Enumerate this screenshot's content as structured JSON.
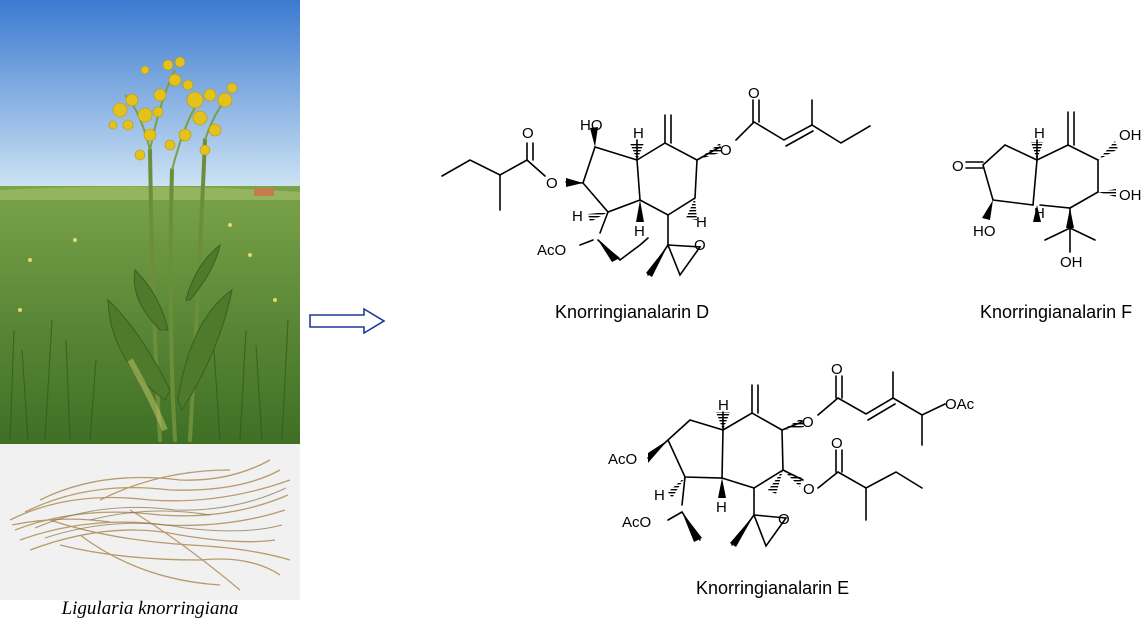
{
  "photo_caption": "Ligularia knorringiana",
  "compounds": [
    {
      "name": "Knorringianalarin D"
    },
    {
      "name": "Knorringianalarin F"
    },
    {
      "name": "Knorringianalarin E"
    }
  ],
  "atom_labels": {
    "HO": "HO",
    "OH": "OH",
    "H": "H",
    "O": "O",
    "AcO": "AcO",
    "OAc": "OAc"
  },
  "colors": {
    "sky_top": "#3f7fd0",
    "sky_bottom": "#cfe3f3",
    "grass": "#5d8f33",
    "flower": "#e3c21c",
    "root_bg": "#f2f2f2",
    "root": "#b89a6c",
    "arrow": "#1f3b99"
  }
}
